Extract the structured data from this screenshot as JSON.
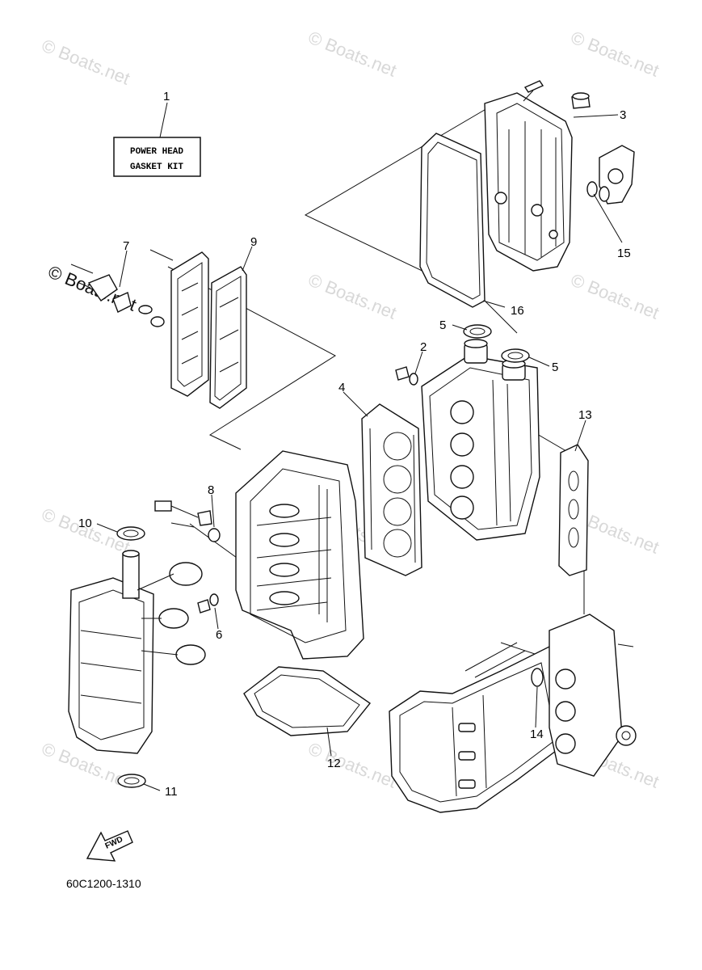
{
  "diagram": {
    "kit_label_line1": "POWER HEAD",
    "kit_label_line2": "GASKET KIT",
    "part_code": "60C1200-1310",
    "fwd_label": "FWD",
    "callouts": [
      "1",
      "2",
      "3",
      "4",
      "5",
      "5",
      "6",
      "7",
      "8",
      "9",
      "10",
      "11",
      "12",
      "13",
      "14",
      "15",
      "16"
    ],
    "watermark": "© Boats.net"
  }
}
